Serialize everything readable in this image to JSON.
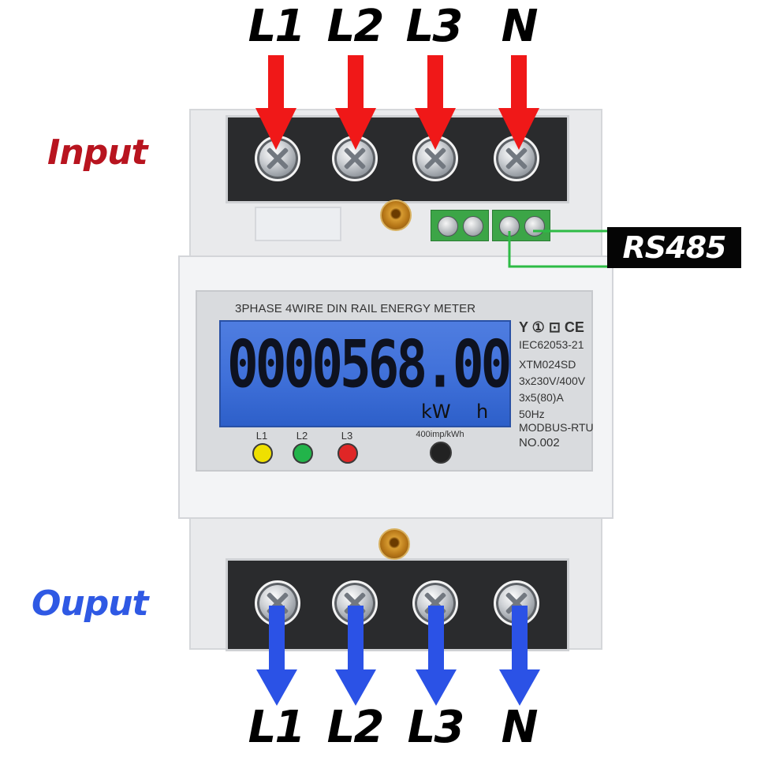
{
  "image": {
    "top_labels": [
      "L1",
      "L2",
      "L3",
      "N"
    ],
    "bottom_labels": [
      "L1",
      "L2",
      "L3",
      "N"
    ],
    "side_labels": {
      "input": "Input",
      "output": "Ouput"
    },
    "rs485": "RS485",
    "meter": {
      "title": "3PHASE 4WIRE DIN RAIL ENERGY METER",
      "reading": "0000568.00",
      "unit_left": "kW",
      "unit_right": "h",
      "marks": "Y ① ⊡ CE",
      "standard": "IEC62053-21",
      "model": "XTM024SD",
      "voltage": "3x230V/400V",
      "current": "3x5(80)A",
      "frequency": "50Hz",
      "protocol": "MODBUS-RTU",
      "number": "NO.002",
      "pulse": "400imp/kWh",
      "leds": [
        {
          "label": "L1",
          "color": "#efe000"
        },
        {
          "label": "L2",
          "color": "#22b44a"
        },
        {
          "label": "L3",
          "color": "#e02626"
        }
      ],
      "pulse_led_color": "#222222"
    },
    "colors": {
      "input_arrow": "#f01818",
      "output_arrow": "#2b52e6",
      "input_text": "#b8141f",
      "output_text": "#2f59e4",
      "rs485_line": "#2dbb45"
    }
  }
}
